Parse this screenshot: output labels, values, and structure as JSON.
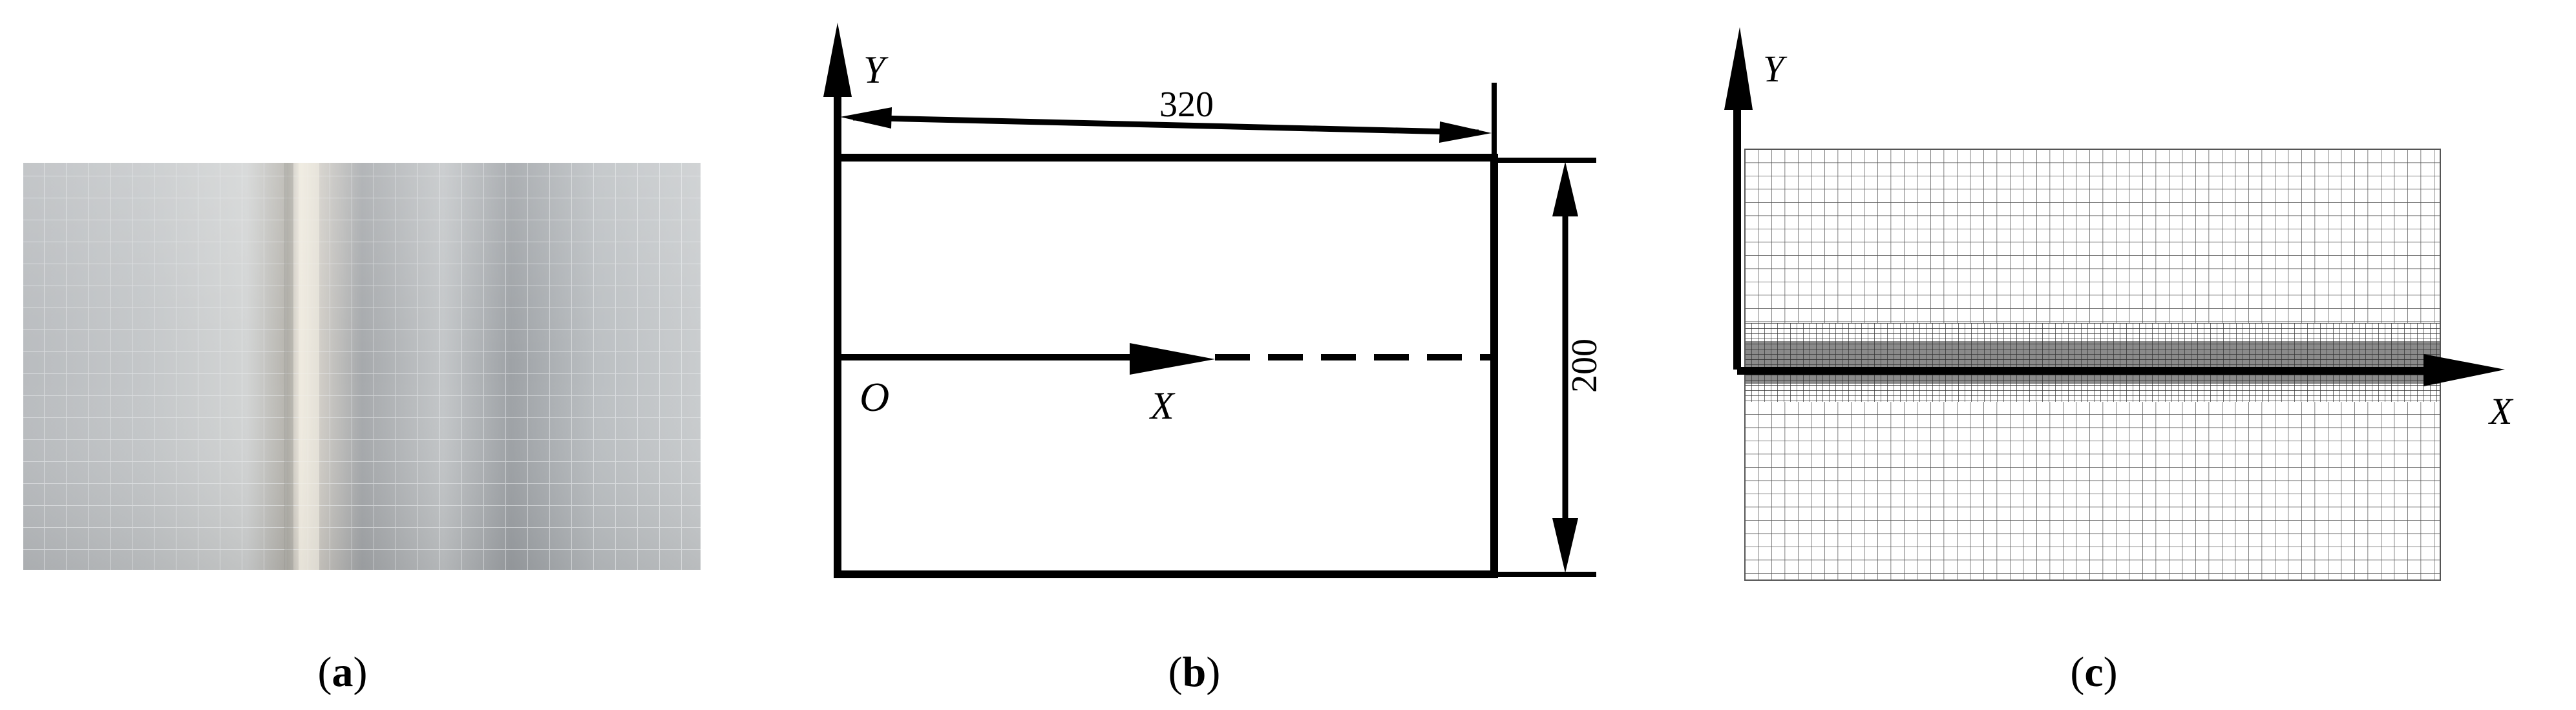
{
  "panels": {
    "a": {
      "caption_open": "(",
      "caption_letter": "a",
      "caption_close": ")"
    },
    "b": {
      "caption_open": "(",
      "caption_letter": "b",
      "caption_close": ")",
      "y_axis_label": "Y",
      "x_axis_label": "X",
      "origin_label": "O",
      "width_dimension": "320",
      "height_dimension": "200"
    },
    "c": {
      "caption_open": "(",
      "caption_letter": "c",
      "caption_close": ")",
      "y_axis_label": "Y",
      "x_axis_label": "X"
    }
  }
}
